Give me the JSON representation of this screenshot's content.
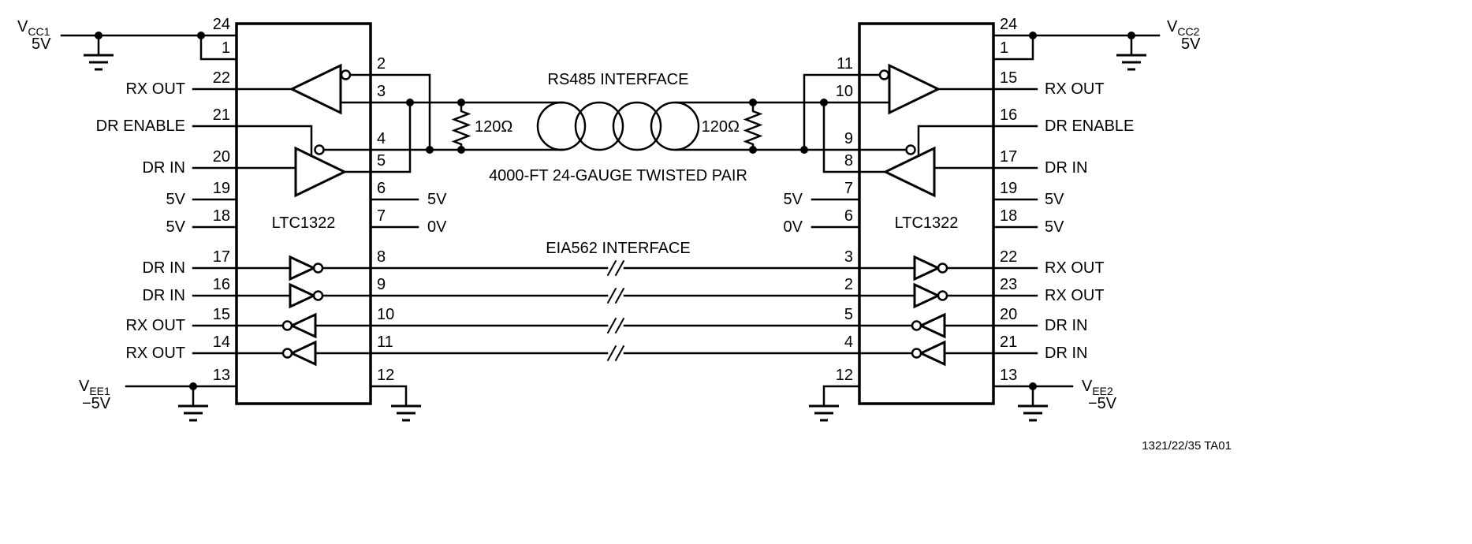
{
  "note": "1321/22/35 TA01",
  "colors": {
    "line": "#000000",
    "background": "#ffffff"
  },
  "center": {
    "rs485_label": "RS485 INTERFACE",
    "cable_label": "4000-FT 24-GAUGE TWISTED PAIR",
    "eia562_label": "EIA562 INTERFACE",
    "terminator_left": "120Ω",
    "terminator_right": "120Ω"
  },
  "power": {
    "vcc1": {
      "name": "V",
      "sub": "CC1",
      "volt": "5V"
    },
    "vee1": {
      "name": "V",
      "sub": "EE1",
      "volt": "−5V"
    },
    "vcc2": {
      "name": "V",
      "sub": "CC2",
      "volt": "5V"
    },
    "vee2": {
      "name": "V",
      "sub": "EE2",
      "volt": "−5V"
    }
  },
  "left_ic": {
    "part": "LTC1322",
    "pin_numbers_left": [
      "24",
      "1",
      "22",
      "21",
      "20",
      "19",
      "18",
      "17",
      "16",
      "15",
      "14",
      "13"
    ],
    "pin_numbers_right": [
      "2",
      "3",
      "4",
      "5",
      "6",
      "7",
      "8",
      "9",
      "10",
      "11",
      "12"
    ],
    "signals_left": [
      "RX OUT",
      "DR ENABLE",
      "DR IN",
      "5V",
      "5V",
      "DR IN",
      "DR IN",
      "RX OUT",
      "RX OUT"
    ],
    "signals_right": [
      "5V",
      "0V"
    ]
  },
  "right_ic": {
    "part": "LTC1322",
    "pin_numbers_left": [
      "11",
      "10",
      "9",
      "8",
      "7",
      "6",
      "3",
      "2",
      "5",
      "4",
      "12"
    ],
    "pin_numbers_right": [
      "24",
      "1",
      "15",
      "16",
      "17",
      "19",
      "18",
      "22",
      "23",
      "20",
      "21",
      "13"
    ],
    "signals_right": [
      "RX OUT",
      "DR ENABLE",
      "DR IN",
      "5V",
      "5V",
      "RX OUT",
      "RX OUT",
      "DR IN",
      "DR IN"
    ],
    "signals_left": [
      "5V",
      "0V"
    ]
  }
}
